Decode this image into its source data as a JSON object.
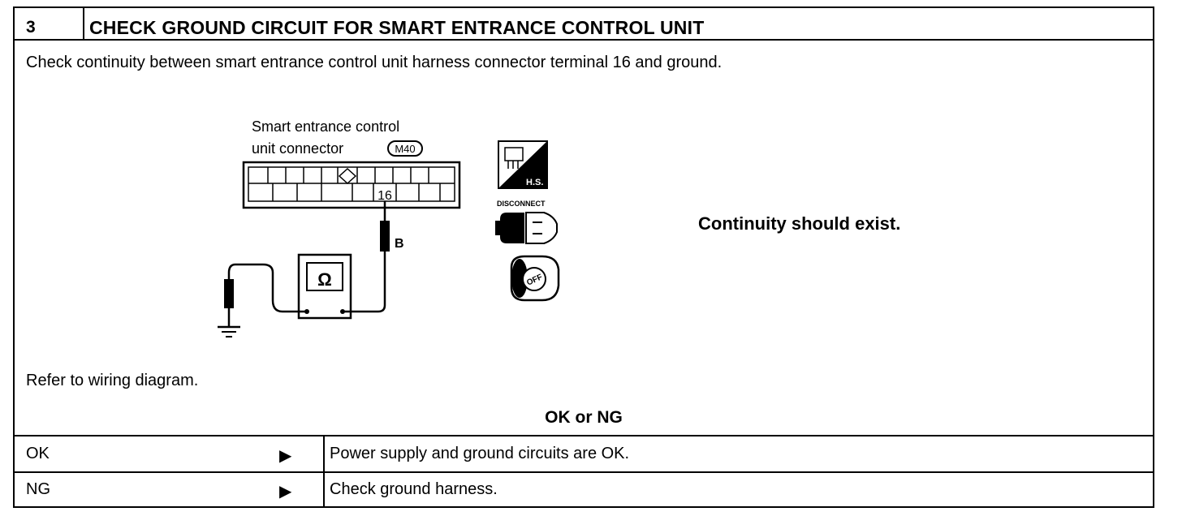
{
  "header": {
    "step_number": "3",
    "title": "CHECK GROUND CIRCUIT FOR SMART ENTRANCE CONTROL UNIT"
  },
  "instruction": "Check continuity between smart entrance control unit harness connector terminal 16 and ground.",
  "diagram": {
    "connector_label_line1": "Smart entrance control",
    "connector_label_line2": "unit connector",
    "connector_code": "M40",
    "terminal": "16",
    "wire_color": "B",
    "meter_symbol": "Ω"
  },
  "icons": {
    "harness_side_label": "H.S.",
    "disconnect_label": "DISCONNECT",
    "ignition_label": "OFF"
  },
  "result_text": "Continuity should exist.",
  "refer_text": "Refer to wiring diagram.",
  "decision_label": "OK or NG",
  "results": [
    {
      "label": "OK",
      "arrow": "▶",
      "action": "Power supply and ground circuits are OK."
    },
    {
      "label": "NG",
      "arrow": "▶",
      "action": "Check ground harness."
    }
  ]
}
